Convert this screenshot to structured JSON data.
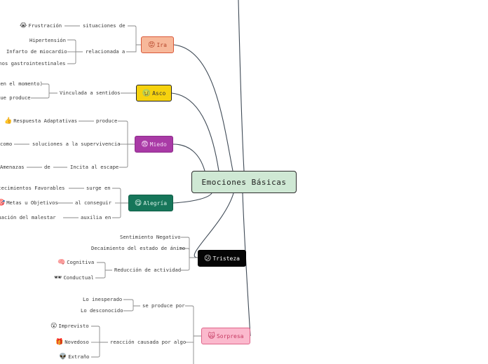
{
  "central": "Emociones Básicas",
  "branches": [
    {
      "name": "Ira",
      "emoji": "😡",
      "bg": "#f7b89a",
      "fg": "#b5452a",
      "border": "#d9593a"
    },
    {
      "name": "Asco",
      "emoji": "🤢",
      "bg": "#f6d20e",
      "fg": "#333333",
      "border": "#222222"
    },
    {
      "name": "Miedo",
      "emoji": "😨",
      "bg": "#a93aa6",
      "fg": "#f4d9f4",
      "border": "#8d2b8a"
    },
    {
      "name": "Alegría",
      "emoji": "😋",
      "bg": "#16765a",
      "fg": "#d8f2e8",
      "border": "#0f5e47"
    },
    {
      "name": "Tristeza",
      "emoji": "😕",
      "bg": "#050505",
      "fg": "#ffffff",
      "border": "#000000"
    },
    {
      "name": "Sorpresa",
      "emoji": "🙀",
      "bg": "#fbb9cd",
      "fg": "#c4375f",
      "border": "#e0648a"
    }
  ],
  "ira": {
    "link1": "situaciones de",
    "frustracion": "Frustración",
    "link2": "relacionada a",
    "hipertension": "Hipertensión",
    "infarto": "Infarto de miocardio",
    "trastornos": "Trastornos gastrointestinales"
  },
  "asco": {
    "link": "Vinculada a sentidos",
    "sub1": "(en el momento)",
    "sub2": "que produce"
  },
  "miedo": {
    "link1": "produce",
    "respuesta": "Respuesta Adaptativas",
    "link2": "soluciones a la supervivencia",
    "como": "como",
    "link3": "Incita al escape",
    "de": "de",
    "amenazas": "Amenazas"
  },
  "alegria": {
    "link1": "surge en",
    "acontecimientos": "Acontecimientos Favorables",
    "link2": "al conseguir",
    "metas": "Metas u Objetivos",
    "link3": "auxilia en",
    "atenuacion": "Atenuación del malestar"
  },
  "tristeza": {
    "sentimiento": "Sentimiento Negativo",
    "decaimiento": "Decaimiento del estado de ánimo",
    "reduccion": "Reducción de actividad",
    "cognitiva": "Cognitiva",
    "conductual": "Conductual"
  },
  "sorpresa": {
    "link1": "se produce por",
    "inesperado": "Lo inesperado",
    "desconocido": "Lo desconocido",
    "link2": "reacción causada por algo",
    "imprevisto": "Imprevisto",
    "novedoso": "Novedoso",
    "extrano": "Extraño"
  },
  "icons": {
    "frustracion": "😭",
    "respuesta": "👍",
    "metas": "🎯",
    "cognitiva": "🧠",
    "conductual": "🕶",
    "imprevisto": "😮",
    "novedoso": "🎁",
    "extrano": "👽"
  }
}
